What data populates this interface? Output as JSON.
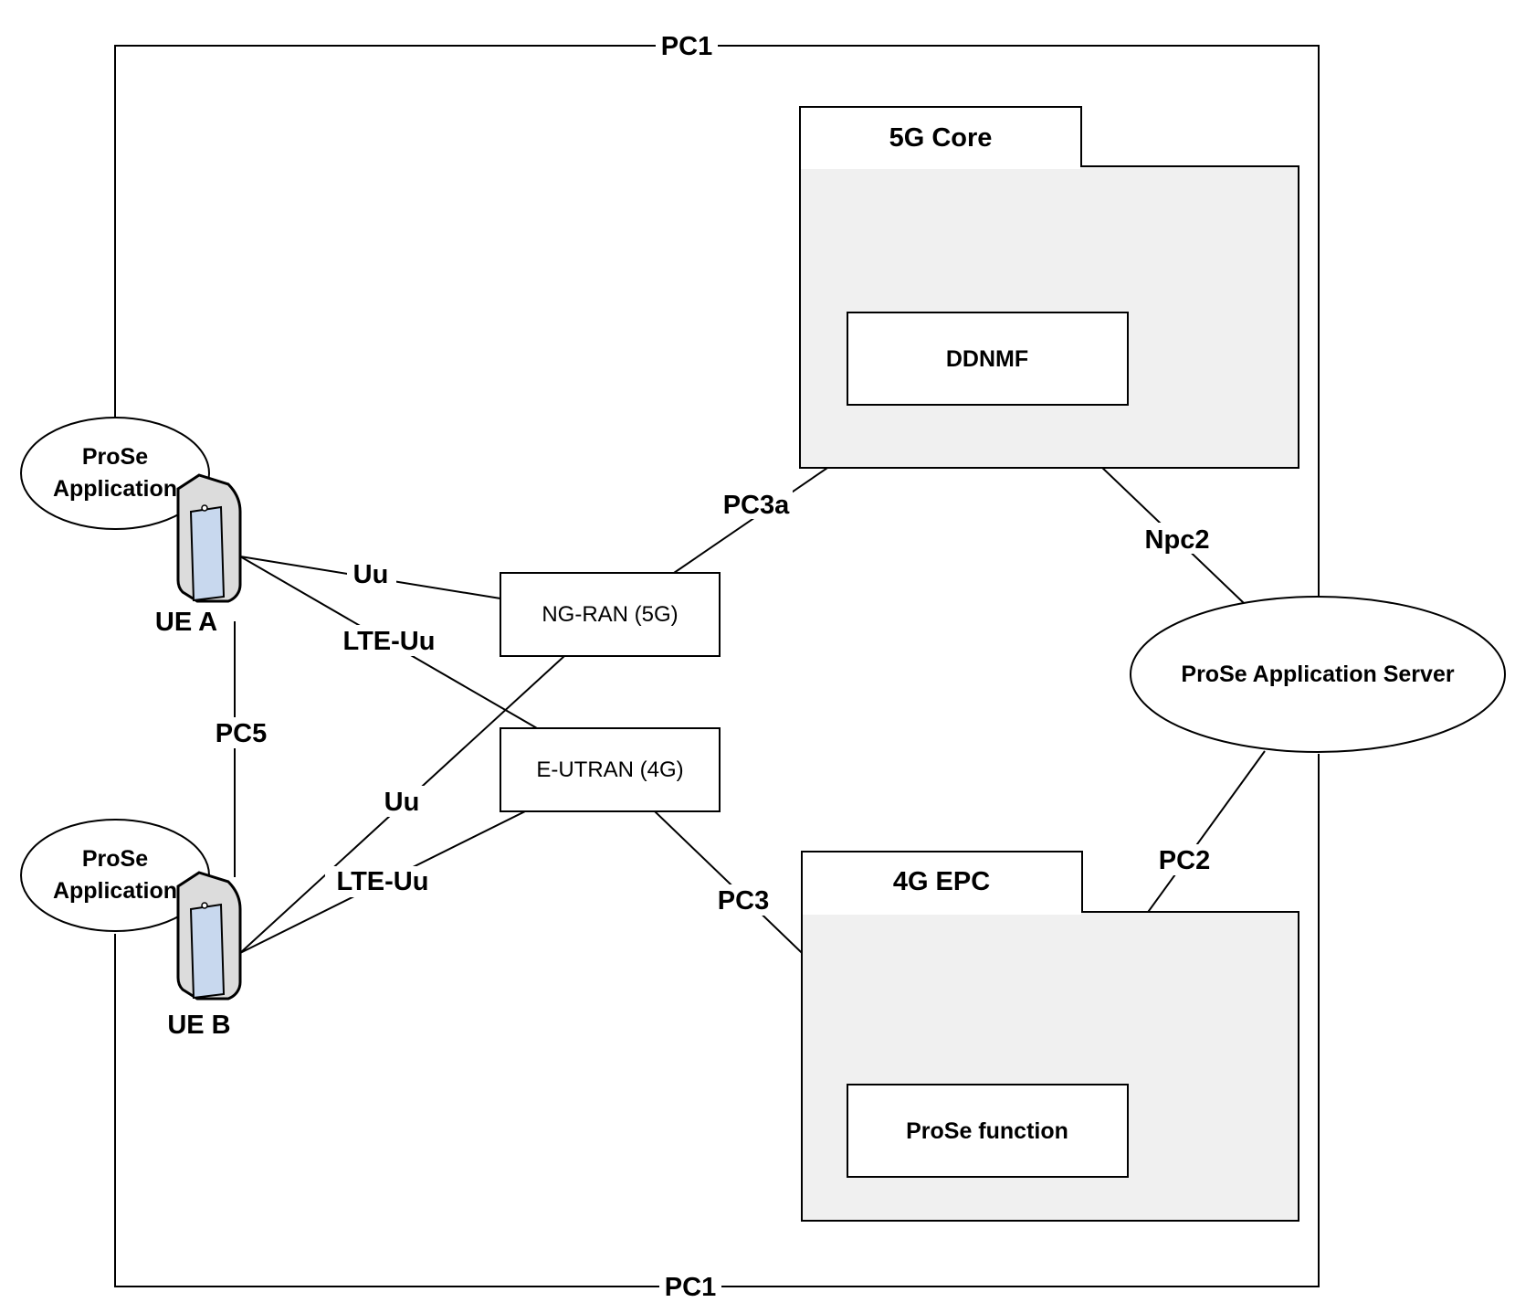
{
  "diagram": {
    "interfaces": {
      "pc1_top": "PC1",
      "pc1_bottom": "PC1",
      "pc3a": "PC3a",
      "npc2": "Npc2",
      "uu_a": "Uu",
      "lte_uu_a": "LTE-Uu",
      "pc5": "PC5",
      "uu_b": "Uu",
      "lte_uu_b": "LTE-Uu",
      "pc3": "PC3",
      "pc2": "PC2"
    },
    "nodes": {
      "core_5g": "5G Core",
      "ddnmf": "DDNMF",
      "epc_4g": "4G EPC",
      "prose_function": "ProSe function",
      "ng_ran": "NG-RAN (5G)",
      "e_utran": "E-UTRAN (4G)",
      "prose_app_server": "ProSe Application Server",
      "ue_a": "UE A",
      "ue_b": "UE B"
    },
    "apps": {
      "app_a_line1": "ProSe",
      "app_a_line2": "Application",
      "app_b_line1": "ProSe",
      "app_b_line2": "Application"
    },
    "colors": {
      "core_fill": "#f0f0f0",
      "line": "#000000",
      "phone_body": "#dcdcdc",
      "phone_screen": "#c8d8ee"
    }
  }
}
